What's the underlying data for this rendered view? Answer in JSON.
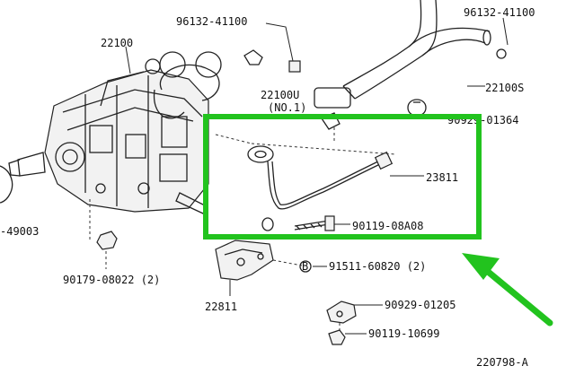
{
  "diagram": {
    "labels": {
      "pump": "22100",
      "bolt_top_left": "96132-41100",
      "bolt_top_right": "96132-41100",
      "pump_sub_a": "22100U",
      "pump_sub_b": "(NO.1)",
      "hose": "22100S",
      "hose_clamp": "90929-01364",
      "pipe": "23811",
      "pipe_bolt": "90119-08A08",
      "left_part": "-49003",
      "nut_bottom_left": "90179-08022 (2)",
      "bracket": "22811",
      "circle_b": "B",
      "bracket_bolt": "91511-60820 (2)",
      "clip": "90929-01205",
      "bottom_bolt": "90119-10699",
      "figure_id": "220798-A"
    },
    "colors": {
      "highlight_box": "#22c31e",
      "arrow": "#22c31e",
      "ink": "#222222"
    }
  }
}
